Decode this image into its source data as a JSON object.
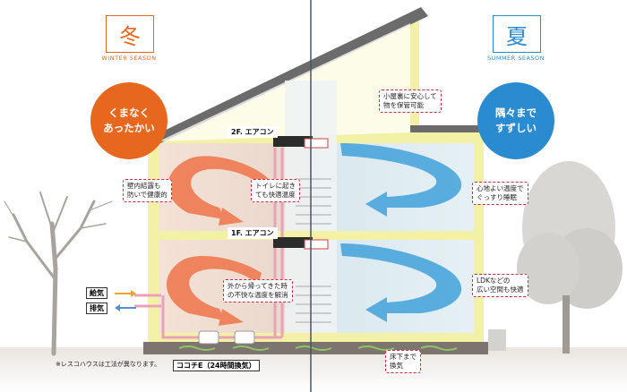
{
  "winter": {
    "kanji": "冬",
    "season_label": "WINTER\nSEASON",
    "circle_line1": "くまなく",
    "circle_line2": "あったかい",
    "color": "#e8671f"
  },
  "summer": {
    "kanji": "夏",
    "season_label": "SUMMER\nSEASON",
    "circle_line1": "隅々まで",
    "circle_line2": "すずしい",
    "color": "#2a8bd0"
  },
  "floors": {
    "second_ac": "2F. エアコン",
    "first_ac": "1F. エアコン"
  },
  "callouts": {
    "attic": "小屋裏に安心して\n物を保管可能",
    "condensation": "壁内結露も\n防いで健康的",
    "toilet": "トイレに起き\nても快適温度",
    "sleep": "心地よい温度で\nぐっすり睡眠",
    "outside": "外から帰ってきた時\nの不快な温度を解消",
    "ldk": "LDKなどの\n広い空間も快適",
    "underfloor": "床下まで\n換気"
  },
  "vent": {
    "supply": "給気",
    "exhaust": "排気",
    "system": "ココチE（24時間換気）"
  },
  "footnote": "※レスコハウスは工法が異なります。",
  "colors": {
    "warm_arrow": "#ef7a52",
    "cool_arrow": "#4aa6dc",
    "duct": "#e9a2ba",
    "house_frame": "#f1ef9e",
    "callout_border": "#d0263a",
    "floor_air": "#8dc466"
  }
}
